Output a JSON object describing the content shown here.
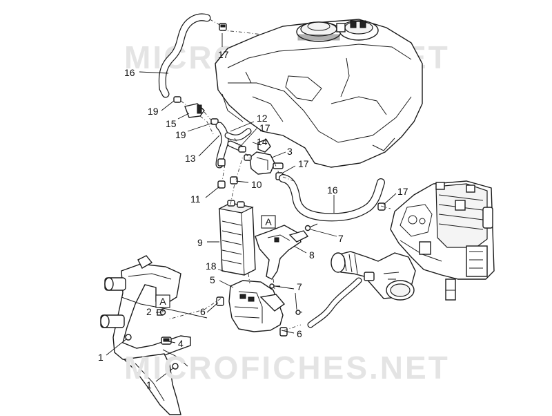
{
  "watermarks": [
    "MICROFICHES.NET",
    "MICROFICHES.NET"
  ],
  "reference_marks": [
    "A",
    "A"
  ],
  "callouts": [
    "17",
    "16",
    "19",
    "15",
    "19",
    "12",
    "17",
    "14",
    "13",
    "3",
    "17",
    "11",
    "10",
    "16",
    "17",
    "9",
    "A",
    "8",
    "7",
    "18",
    "5",
    "7",
    "A",
    "2",
    "6",
    "4",
    "6",
    "1",
    "1"
  ]
}
